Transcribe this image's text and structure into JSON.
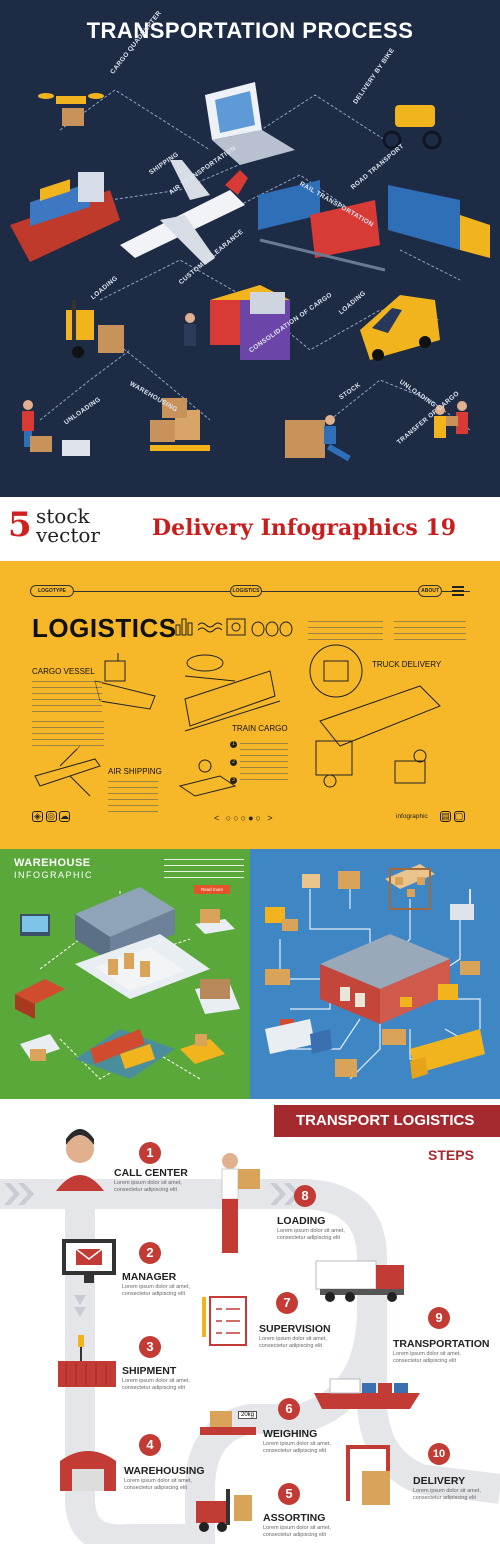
{
  "panel1": {
    "title": "TRANSPORTATION PROCESS",
    "labels": [
      "CARGO QUADRUPTER",
      "DELIVERY BY BIKE",
      "SHIPPING",
      "AIR TRANSPORTATION",
      "RAIL TRANSPORTATION",
      "ROAD TRANSPORT",
      "LOADING",
      "CUSTOMS CLEARANCE",
      "CONSOLIDATION OF CARGO",
      "LOADING",
      "WAREHOUSING",
      "UNLOADING",
      "STOCK",
      "UNLOADING",
      "TRANSFER OF CARGO"
    ],
    "colors": {
      "background": "#1d2b45",
      "accent_red": "#d83a35",
      "accent_yellow": "#f2b41c"
    }
  },
  "brand": {
    "number": "5",
    "line1": "stock",
    "line2": "vector",
    "headline": "Delivery Infographics 19",
    "color": "#c81e1e"
  },
  "panel2": {
    "logotype": "LOGOTYPE",
    "logistics_pill": "LOGISTICS",
    "about": "ABOUT",
    "title": "LOGISTICS",
    "captions": {
      "cargo_vessel": "CARGO VESSEL",
      "air_shipping": "AIR SHIPPING",
      "train_cargo": "TRAIN CARGO",
      "truck_delivery": "TRUCK DELIVERY"
    },
    "footer_right": "infographic",
    "pager": "< ○○○●○ >",
    "color": "#f6b829"
  },
  "panel3": {
    "title": "WAREHOUSE",
    "subtitle": "INFOGRAPHIC",
    "read_more": "Read more",
    "color": "#5aa83a"
  },
  "panel4": {
    "color": "#3f86c4"
  },
  "panel5": {
    "banner": "TRANSPORT LOGISTICS",
    "subtitle": "STEPS",
    "lorem": "Lorem ipsum dolor sit amet, consectetur adipiscing elit",
    "steps": [
      {
        "n": "1",
        "title": "CALL CENTER"
      },
      {
        "n": "2",
        "title": "MANAGER"
      },
      {
        "n": "3",
        "title": "SHIPMENT"
      },
      {
        "n": "4",
        "title": "WAREHOUSING"
      },
      {
        "n": "5",
        "title": "ASSORTING"
      },
      {
        "n": "6",
        "title": "WEIGHING"
      },
      {
        "n": "7",
        "title": "SUPERVISION"
      },
      {
        "n": "8",
        "title": "LOADING"
      },
      {
        "n": "9",
        "title": "TRANSPORTATION"
      },
      {
        "n": "10",
        "title": "DELIVERY"
      }
    ],
    "scale_reading": "20kg",
    "accent": "#c23b34"
  }
}
